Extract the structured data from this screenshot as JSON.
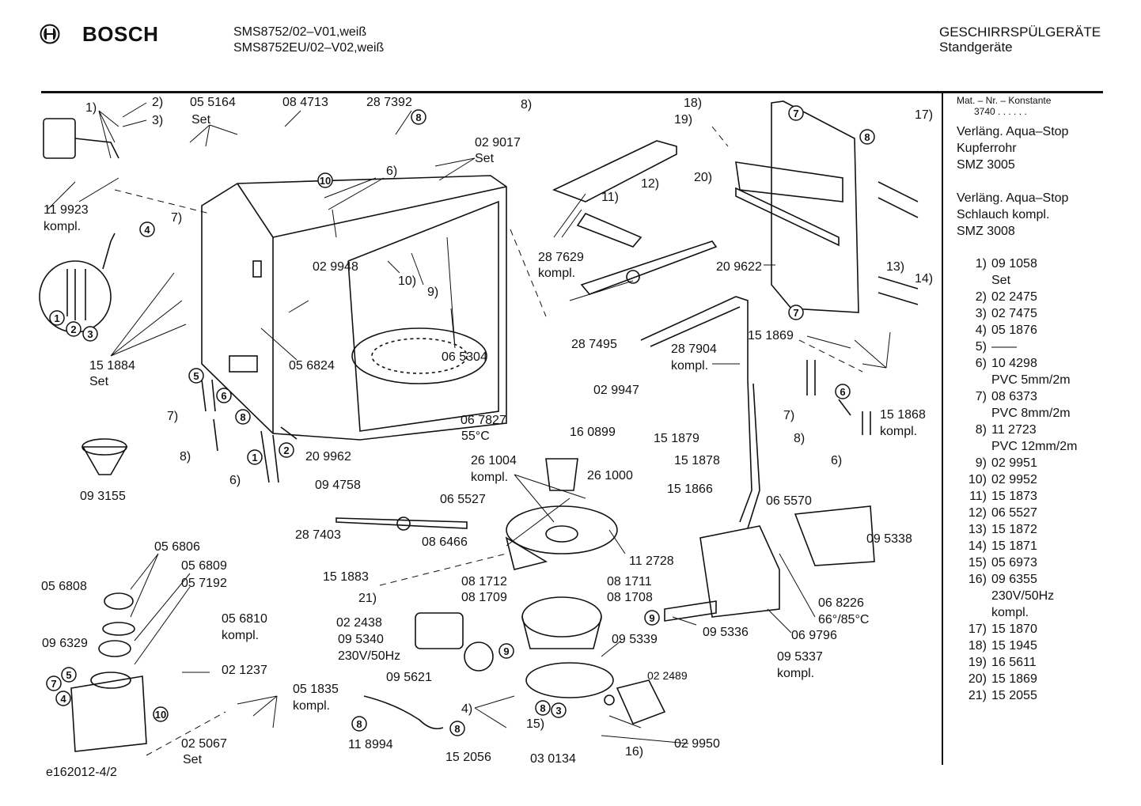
{
  "header": {
    "brand": "BOSCH",
    "model_line1": "SMS8752/02–V01,weiß",
    "model_line2": "SMS8752EU/02–V02,weiß",
    "category_line1": "GESCHIRRSPÜLGERÄTE",
    "category_line2": "Standgeräte"
  },
  "side_panel": {
    "konst_heading": "Mat. – Nr. – Konstante",
    "konst_value": "3740  .  .  .  .  .  .",
    "aqua1": [
      "Verläng. Aqua–Stop",
      "Kupferrohr",
      "SMZ 3005"
    ],
    "aqua2": [
      "Verläng. Aqua–Stop",
      "Schlauch kompl.",
      "SMZ 3008"
    ],
    "legend": [
      {
        "num": "1)",
        "lines": [
          "09 1058",
          "Set"
        ]
      },
      {
        "num": "2)",
        "lines": [
          "02 2475"
        ]
      },
      {
        "num": "3)",
        "lines": [
          "02 7475"
        ]
      },
      {
        "num": "4)",
        "lines": [
          "05 1876"
        ]
      },
      {
        "num": "5)",
        "lines": [
          "——"
        ]
      },
      {
        "num": "6)",
        "lines": [
          "10 4298",
          "PVC 5mm/2m"
        ]
      },
      {
        "num": "7)",
        "lines": [
          "08 6373",
          "PVC 8mm/2m"
        ]
      },
      {
        "num": "8)",
        "lines": [
          "11 2723",
          "PVC 12mm/2m"
        ]
      },
      {
        "num": "9)",
        "lines": [
          "02 9951"
        ]
      },
      {
        "num": "10)",
        "lines": [
          "02 9952"
        ]
      },
      {
        "num": "11)",
        "lines": [
          "15 1873"
        ]
      },
      {
        "num": "12)",
        "lines": [
          "06 5527"
        ]
      },
      {
        "num": "13)",
        "lines": [
          "15 1872"
        ]
      },
      {
        "num": "14)",
        "lines": [
          "15 1871"
        ]
      },
      {
        "num": "15)",
        "lines": [
          "05 6973"
        ]
      },
      {
        "num": "16)",
        "lines": [
          "09 6355",
          "230V/50Hz",
          "kompl."
        ]
      },
      {
        "num": "17)",
        "lines": [
          "15 1870"
        ]
      },
      {
        "num": "18)",
        "lines": [
          "15 1945"
        ]
      },
      {
        "num": "19)",
        "lines": [
          "16 5611"
        ]
      },
      {
        "num": "20)",
        "lines": [
          "15 1869"
        ]
      },
      {
        "num": "21)",
        "lines": [
          "15 2055"
        ]
      }
    ]
  },
  "footer": {
    "code": "e162012-4/2"
  },
  "labels": [
    {
      "id": "l1",
      "text": "1)"
    },
    {
      "id": "l2",
      "text": "2)"
    },
    {
      "id": "l3",
      "text": "3)"
    },
    {
      "id": "l4",
      "text": "05 5164"
    },
    {
      "id": "l5",
      "text": "Set"
    },
    {
      "id": "l6",
      "text": "08 4713"
    },
    {
      "id": "l7",
      "text": "28 7392"
    },
    {
      "id": "l8",
      "text": "8)"
    },
    {
      "id": "l9",
      "text": "02 9017"
    },
    {
      "id": "l10",
      "text": "Set"
    },
    {
      "id": "l11",
      "text": "6)"
    },
    {
      "id": "l12",
      "text": "11 9923"
    },
    {
      "id": "l13",
      "text": "kompl."
    },
    {
      "id": "l14",
      "text": "7)"
    },
    {
      "id": "l15",
      "text": "02 9948"
    },
    {
      "id": "l16",
      "text": "10)"
    },
    {
      "id": "l17",
      "text": "9)"
    },
    {
      "id": "l18",
      "text": "15 1884"
    },
    {
      "id": "l19",
      "text": "Set"
    },
    {
      "id": "l20",
      "text": "05 6824"
    },
    {
      "id": "l21",
      "text": "06 5304"
    },
    {
      "id": "l22",
      "text": "7)"
    },
    {
      "id": "l23",
      "text": "8)"
    },
    {
      "id": "l24",
      "text": "20 9962"
    },
    {
      "id": "l25",
      "text": "6)"
    },
    {
      "id": "l26",
      "text": "09 4758"
    },
    {
      "id": "l27",
      "text": "06 7827"
    },
    {
      "id": "l28",
      "text": "55°C"
    },
    {
      "id": "l29",
      "text": "09 3155"
    },
    {
      "id": "l30",
      "text": "18)"
    },
    {
      "id": "l31",
      "text": "19)"
    },
    {
      "id": "l32",
      "text": "17)"
    },
    {
      "id": "l33",
      "text": "12)"
    },
    {
      "id": "l34",
      "text": "11)"
    },
    {
      "id": "l35",
      "text": "20)"
    },
    {
      "id": "l36",
      "text": "28 7629"
    },
    {
      "id": "l37",
      "text": "kompl."
    },
    {
      "id": "l38",
      "text": "20 9622"
    },
    {
      "id": "l39",
      "text": "13)"
    },
    {
      "id": "l40",
      "text": "14)"
    },
    {
      "id": "l41",
      "text": "28 7495"
    },
    {
      "id": "l42",
      "text": "28 7904"
    },
    {
      "id": "l43",
      "text": "kompl."
    },
    {
      "id": "l44",
      "text": "15 1869"
    },
    {
      "id": "l45",
      "text": "02 9947"
    },
    {
      "id": "l46",
      "text": "15 1868"
    },
    {
      "id": "l47",
      "text": "kompl."
    },
    {
      "id": "l48",
      "text": "7)"
    },
    {
      "id": "l49",
      "text": "8)"
    },
    {
      "id": "l50",
      "text": "6)"
    },
    {
      "id": "l51",
      "text": "15 1879"
    },
    {
      "id": "l52",
      "text": "15 1878"
    },
    {
      "id": "l53",
      "text": "16 0899"
    },
    {
      "id": "l54",
      "text": "26 1004"
    },
    {
      "id": "l55",
      "text": "kompl."
    },
    {
      "id": "l56",
      "text": "26 1000"
    },
    {
      "id": "l57",
      "text": "06 5527"
    },
    {
      "id": "l58",
      "text": "15 1866"
    },
    {
      "id": "l59",
      "text": "06 5570"
    },
    {
      "id": "l60",
      "text": "28 7403"
    },
    {
      "id": "l61",
      "text": "08 6466"
    },
    {
      "id": "l62",
      "text": "11 2728"
    },
    {
      "id": "l63",
      "text": "09 5338"
    },
    {
      "id": "l64",
      "text": "15 1883"
    },
    {
      "id": "l65",
      "text": "08 1712"
    },
    {
      "id": "l66",
      "text": "08 1711"
    },
    {
      "id": "l67",
      "text": "21)"
    },
    {
      "id": "l68",
      "text": "08 1709"
    },
    {
      "id": "l69",
      "text": "08 1708"
    },
    {
      "id": "l70",
      "text": "06 8226"
    },
    {
      "id": "l71",
      "text": "66°/85°C"
    },
    {
      "id": "l72",
      "text": "05 6806"
    },
    {
      "id": "l73",
      "text": "05 6809"
    },
    {
      "id": "l74",
      "text": "05 6808"
    },
    {
      "id": "l75",
      "text": "05 7192"
    },
    {
      "id": "l76",
      "text": "05 6810"
    },
    {
      "id": "l77",
      "text": "kompl."
    },
    {
      "id": "l78",
      "text": "02 2438"
    },
    {
      "id": "l79",
      "text": "09 5340"
    },
    {
      "id": "l80",
      "text": "230V/50Hz"
    },
    {
      "id": "l81",
      "text": "09 5339"
    },
    {
      "id": "l82",
      "text": "09 5336"
    },
    {
      "id": "l83",
      "text": "06 9796"
    },
    {
      "id": "l84",
      "text": "09 6329"
    },
    {
      "id": "l85",
      "text": "02 1237"
    },
    {
      "id": "l86",
      "text": "09 5621"
    },
    {
      "id": "l87",
      "text": "09 5337"
    },
    {
      "id": "l88",
      "text": "kompl."
    },
    {
      "id": "l89",
      "text": "02 2489"
    },
    {
      "id": "l90",
      "text": "05 1835"
    },
    {
      "id": "l91",
      "text": "kompl."
    },
    {
      "id": "l92",
      "text": "4)"
    },
    {
      "id": "l93",
      "text": "02 5067"
    },
    {
      "id": "l94",
      "text": "Set"
    },
    {
      "id": "l95",
      "text": "11 8994"
    },
    {
      "id": "l96",
      "text": "15)"
    },
    {
      "id": "l97",
      "text": "02 9950"
    },
    {
      "id": "l98",
      "text": "15 2056"
    },
    {
      "id": "l99",
      "text": "03 0134"
    },
    {
      "id": "l100",
      "text": "16)"
    }
  ],
  "callouts": [
    {
      "id": "c1",
      "text": "8"
    },
    {
      "id": "c2",
      "text": "10"
    },
    {
      "id": "c3",
      "text": "4"
    },
    {
      "id": "c4",
      "text": "1"
    },
    {
      "id": "c5",
      "text": "2"
    },
    {
      "id": "c6",
      "text": "3"
    },
    {
      "id": "c7",
      "text": "5"
    },
    {
      "id": "c8",
      "text": "6"
    },
    {
      "id": "c9",
      "text": "8"
    },
    {
      "id": "c10",
      "text": "1"
    },
    {
      "id": "c11",
      "text": "2"
    },
    {
      "id": "c12",
      "text": "7"
    },
    {
      "id": "c13",
      "text": "8"
    },
    {
      "id": "c14",
      "text": "7"
    },
    {
      "id": "c15",
      "text": "6"
    },
    {
      "id": "c16",
      "text": "9"
    },
    {
      "id": "c17",
      "text": "9"
    },
    {
      "id": "c18",
      "text": "7"
    },
    {
      "id": "c19",
      "text": "5"
    },
    {
      "id": "c20",
      "text": "4"
    },
    {
      "id": "c21",
      "text": "10"
    },
    {
      "id": "c22",
      "text": "8"
    },
    {
      "id": "c23",
      "text": "8"
    },
    {
      "id": "c24",
      "text": "8"
    },
    {
      "id": "c25",
      "text": "3"
    }
  ]
}
